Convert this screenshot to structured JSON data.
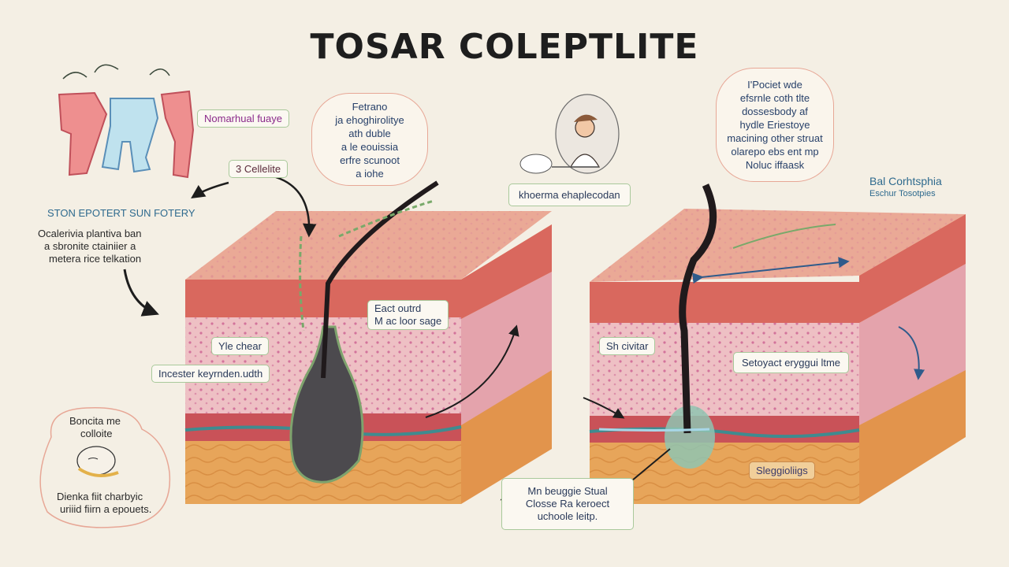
{
  "title": "TOSAR COLEPTLITE",
  "labels": {
    "top_left_pink": "Nomarhual fuaye",
    "celle": "3 Cellelite",
    "heading_left": "STON EPOTERT SUN FOTERY",
    "left_desc": [
      "Ocalerivia plantiva ban",
      "a sbronite ctainiier a",
      "metera rice telkation"
    ],
    "center_bubble": [
      "Fetrano",
      "ja ehoghirolitye",
      "ath duble",
      "a le eouissia",
      "erfre scunoot",
      "a iohe"
    ],
    "person_caption": "khoerma ehaplecodan",
    "right_bubble": [
      "I'Pociet wde",
      "efsrnle coth tlte",
      "dossesbody af",
      "hydle Eriestoye",
      "macining other struat",
      "olarepo ebs ent mp",
      "Noluc iffaask"
    ],
    "bal": [
      "Bal Corhtsphia",
      "Eschur Tosotpies"
    ],
    "left_cube_top": [
      "Eact outrd",
      "M ac loor sage"
    ],
    "yle_chear": "Yle chear",
    "incestor": "Incester keyrnden.udth",
    "sh_civitar": "Sh civitar",
    "setoyact": "Setoyact eryggui ltme",
    "bottom_left_top": [
      "Boncita me",
      "colloite"
    ],
    "bottom_left_bottom": [
      "Dienka fiit charbyic",
      "uriiid fiirn a epouets."
    ],
    "bottom_center": [
      "Mn beuggie Stual",
      "Closse Ra keroect",
      "uchoole leitp."
    ],
    "sleggioliigs": "Sleggioliigs"
  },
  "colors": {
    "background": "#f4efe4",
    "skin_top": "#eaa996",
    "epidermis": "#d9685e",
    "dermis": "#eec0c4",
    "fat": "#e7a55a",
    "hair": "#201a1c",
    "accent_blue": "#2f5b8b",
    "accent_green": "#79a96a"
  }
}
